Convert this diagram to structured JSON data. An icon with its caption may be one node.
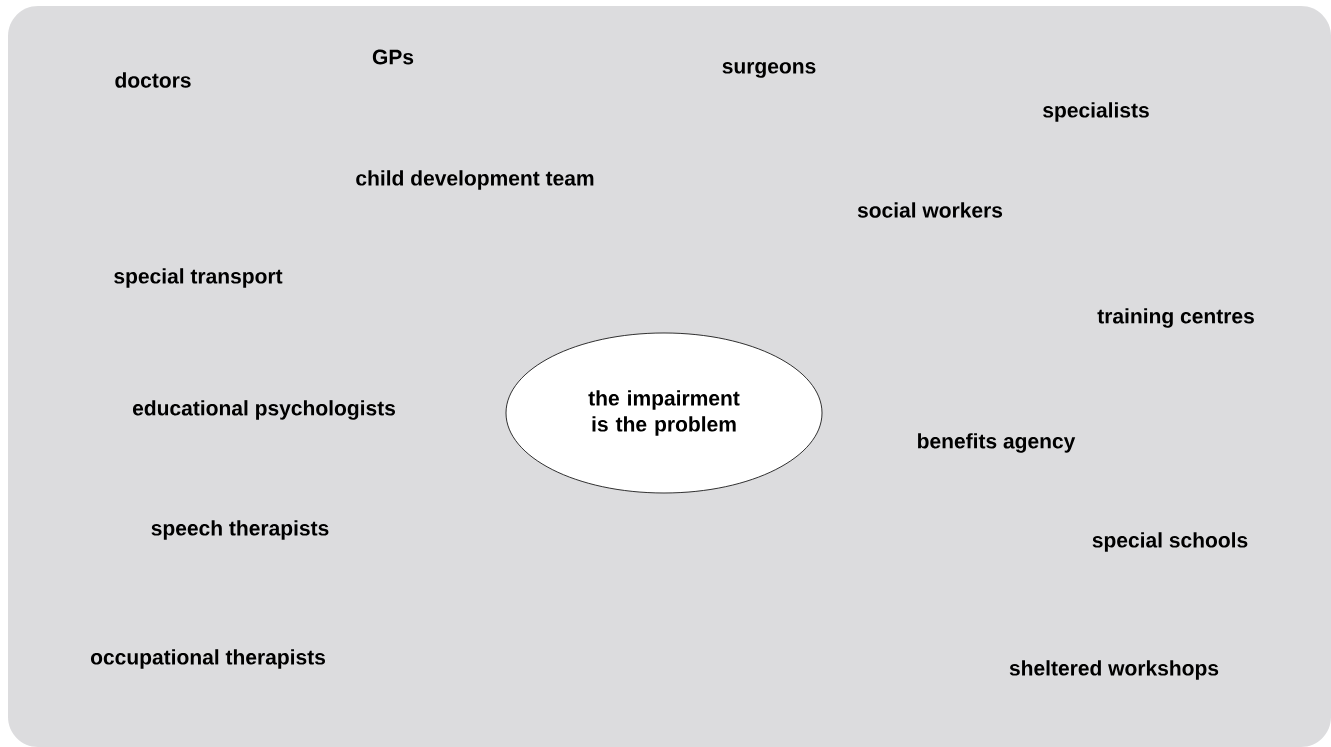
{
  "diagram": {
    "nodes": [
      {
        "text": [
          "the impairment is the problem"
        ]
      }
    ],
    "labels": [
      "GPs",
      "surgeons",
      "doctors",
      "specialists",
      "child development team",
      "social workers",
      "special transport",
      "training centres",
      "educational psychologists",
      "benefits agency",
      "speech therapists",
      "special schools",
      "occupational therapists",
      "sheltered workshops"
    ]
  }
}
